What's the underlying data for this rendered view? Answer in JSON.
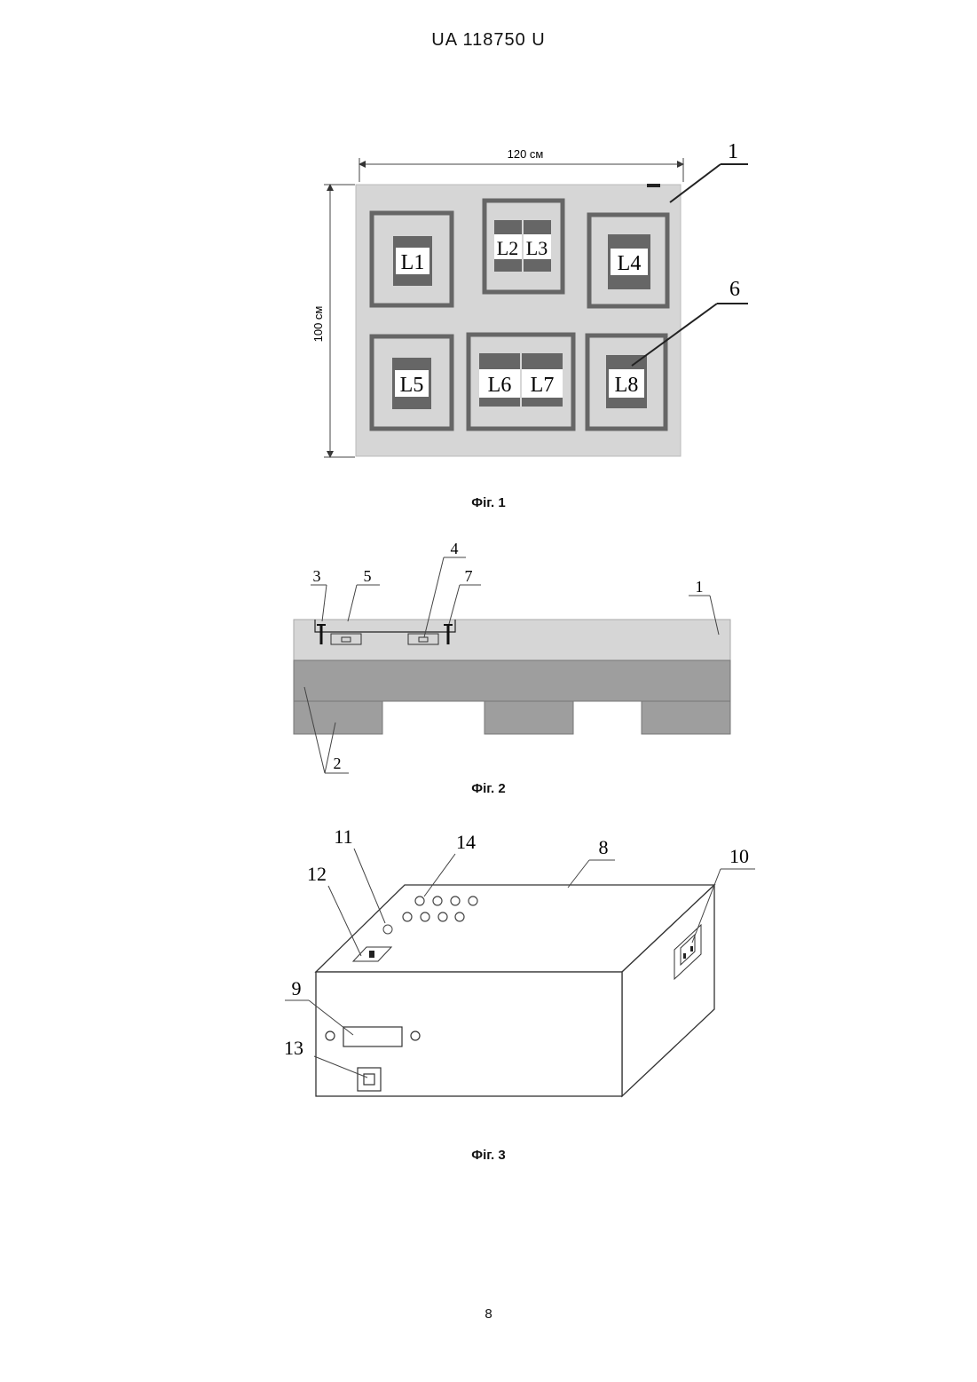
{
  "header": {
    "doc_id": "UA   118750   U"
  },
  "fig1": {
    "caption": "Фіг. 1",
    "width_label": "120 см",
    "height_label": "100 см",
    "callout_1": "1",
    "callout_6": "6",
    "cells": {
      "l1": "L1",
      "l2": "L2",
      "l3": "L3",
      "l4": "L4",
      "l5": "L5",
      "l6": "L6",
      "l7": "L7",
      "l8": "L8"
    }
  },
  "fig2": {
    "caption": "Фіг. 2",
    "labels": {
      "n1": "1",
      "n2": "2",
      "n3": "3",
      "n4": "4",
      "n5": "5",
      "n7": "7"
    }
  },
  "fig3": {
    "caption": "Фіг. 3",
    "labels": {
      "n8": "8",
      "n9": "9",
      "n10": "10",
      "n11": "11",
      "n12": "12",
      "n13": "13",
      "n14": "14"
    }
  },
  "footer": {
    "page_number": "8"
  },
  "colors": {
    "board": "#d4d4d4",
    "frame": "#6b6b6b",
    "sensor": "#676767",
    "pallet": "#9a9a9a"
  }
}
